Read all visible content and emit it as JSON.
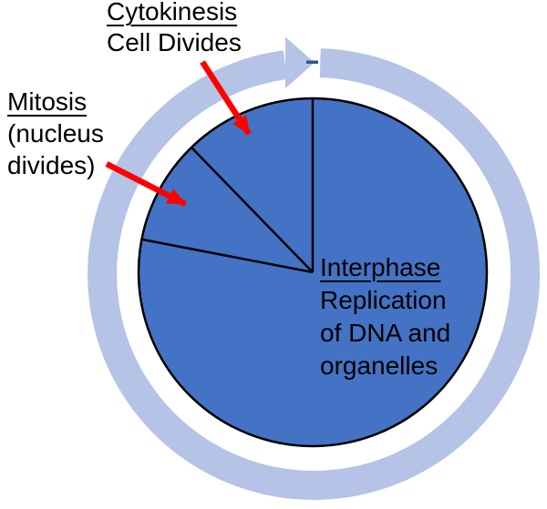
{
  "canvas": {
    "width": "600",
    "height": "559"
  },
  "colors": {
    "background": "#FFFFFF",
    "pie_fill": "#4472C4",
    "ring_fill": "#B4C3E6",
    "pie_outline": "#000000",
    "pointer_red": "#FF0000",
    "gap_tick_blue": "#2F5597",
    "text": "#000000"
  },
  "labels": {
    "cytokinesis": {
      "title": "Cytokinesis",
      "lines": [
        "Cell Divides"
      ]
    },
    "mitosis": {
      "title": "Mitosis",
      "lines": [
        "(nucleus",
        "divides)"
      ]
    },
    "interphase": {
      "title": "Interphase",
      "lines": [
        "Replication",
        "of DNA and",
        "organelles"
      ]
    }
  },
  "chart_data": {
    "type": "pie",
    "angle_convention": "degrees clockwise from 12 o'clock",
    "uniform_fill": "#4472C4",
    "direction_indicator": "thick light-blue clockwise ring arrow encircling pie, arrowhead at top pointing right",
    "slices": [
      {
        "label": "Interphase",
        "note": "Replication of DNA and organelles",
        "start_deg": 0,
        "end_deg": 281,
        "fraction": 0.78
      },
      {
        "label": "Mitosis",
        "note": "(nucleus divides)",
        "start_deg": 281,
        "end_deg": 316,
        "fraction": 0.1
      },
      {
        "label": "Cytokinesis",
        "note": "Cell Divides",
        "start_deg": 316,
        "end_deg": 360,
        "fraction": 0.12
      }
    ]
  }
}
